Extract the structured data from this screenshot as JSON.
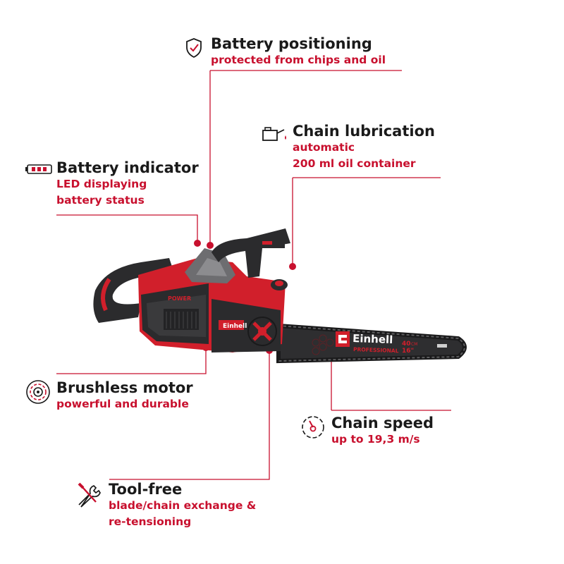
{
  "colors": {
    "accent": "#c8102e",
    "text": "#1a1a1a",
    "tool_red": "#d11f2b",
    "tool_dark": "#2b2b2d"
  },
  "features": {
    "battery_positioning": {
      "icon": "shield-check-icon",
      "title": "Battery positioning",
      "sub": [
        "protected from chips and oil"
      ]
    },
    "chain_lubrication": {
      "icon": "oil-can-icon",
      "title": "Chain lubrication",
      "sub": [
        "automatic",
        "200 ml oil container"
      ]
    },
    "battery_indicator": {
      "icon": "battery-level-icon",
      "title": "Battery indicator",
      "sub": [
        "LED displaying",
        "battery status"
      ]
    },
    "brushless_motor": {
      "icon": "motor-icon",
      "title": "Brushless motor",
      "sub": [
        "powerful and durable"
      ]
    },
    "chain_speed": {
      "icon": "speedometer-icon",
      "title": "Chain speed",
      "sub": [
        "up to 19,3 m/s"
      ]
    },
    "tool_free": {
      "icon": "wrench-screwdriver-icon",
      "title": "Tool-free",
      "sub": [
        "blade/chain exchange &",
        "re-tensioning"
      ]
    }
  },
  "product": {
    "brand": "Einhell",
    "series": "POWER",
    "bar_brand": "Einhell",
    "bar_type": "PROFESSIONAL",
    "bar_size_cm": "40",
    "bar_size_cm_unit": "CM",
    "bar_size_in": "16\""
  }
}
